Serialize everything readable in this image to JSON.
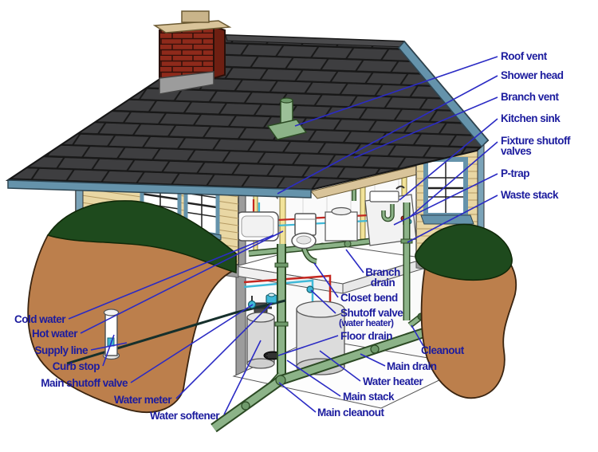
{
  "diagram": {
    "subject": "Home plumbing system cutaway illustration",
    "labels": {
      "roof_vent": "Roof vent",
      "shower_head": "Shower head",
      "branch_vent": "Branch vent",
      "kitchen_sink": "Kitchen sink",
      "fixture_shutoff_valves": [
        "Fixture shutoff",
        "valves"
      ],
      "p_trap": "P-trap",
      "waste_stack": "Waste stack",
      "branch_drain": [
        "Branch",
        "drain"
      ],
      "closet_bend": "Closet bend",
      "shutoff_valve_water_heater": [
        "Shutoff valve",
        "(water heater)"
      ],
      "floor_drain": "Floor drain",
      "cleanout": "Cleanout",
      "main_drain": "Main drain",
      "water_heater": "Water heater",
      "main_stack": "Main stack",
      "main_cleanout": "Main cleanout",
      "cold_water": "Cold water",
      "hot_water": "Hot water",
      "supply_line": "Supply line",
      "curb_stop": "Curb stop",
      "main_shutoff_valve": "Main shutoff valve",
      "water_meter": "Water meter",
      "water_softener": "Water softener"
    },
    "colors": {
      "label_text": "#1c1c9e",
      "callout_line": "#2b2bc4",
      "roof_shingle": "#3e3e40",
      "roof_trim": "#6593ab",
      "siding": "#e9d7a4",
      "siding_shadow": "#b49a63",
      "window_frame": "#6593ab",
      "grass": "#1e4a1d",
      "earth": "#bc7f4c",
      "drain_pipe": "#8cb388",
      "pipe_outline": "#2c4a24",
      "hot_pipe": "#c42720",
      "cold_pipe": "#3fb9d8",
      "stud": "#f2e39a",
      "brick": "#8f2a1b",
      "appliance": "#dcdcdc",
      "foundation": "#9c9c9c"
    }
  }
}
